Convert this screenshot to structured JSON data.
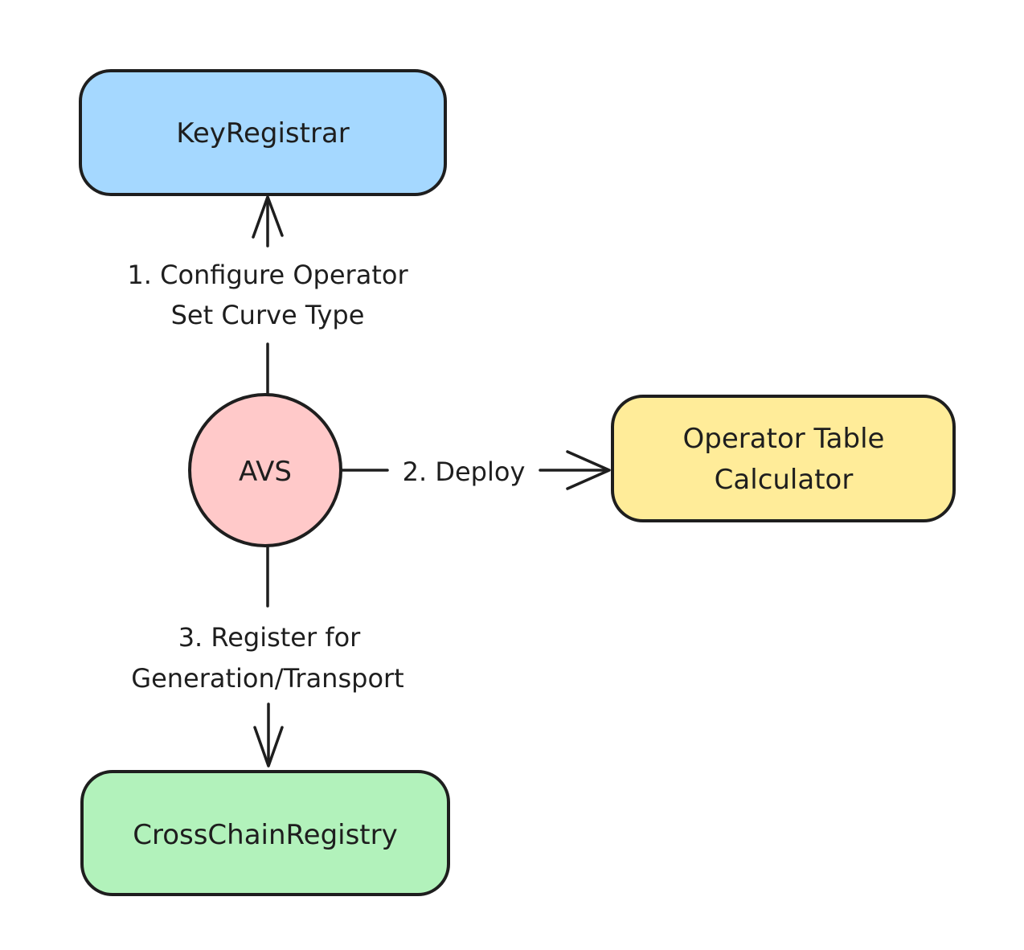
{
  "diagram": {
    "background_color": "#ffffff",
    "stroke_color": "#1e1e1e",
    "nodes": [
      {
        "id": "key-registrar",
        "shape": "rounded-rect",
        "label": "KeyRegistrar",
        "fill": "#a5d8ff"
      },
      {
        "id": "avs",
        "shape": "circle",
        "label": "AVS",
        "fill": "#ffc9c9"
      },
      {
        "id": "operator-table-calculator",
        "shape": "rounded-rect",
        "label": "Operator Table Calculator",
        "lines": [
          "Operator Table",
          "Calculator"
        ],
        "fill": "#ffec99"
      },
      {
        "id": "cross-chain-registry",
        "shape": "rounded-rect",
        "label": "CrossChainRegistry",
        "fill": "#b2f2bb"
      }
    ],
    "edges": [
      {
        "id": "edge-1",
        "from": "avs",
        "to": "key-registrar",
        "direction": "up",
        "label": "1. Configure Operator Set Curve Type",
        "lines": [
          "1. Configure Operator",
          "Set Curve Type"
        ]
      },
      {
        "id": "edge-2",
        "from": "avs",
        "to": "operator-table-calculator",
        "direction": "right",
        "label": "2. Deploy",
        "lines": [
          "2. Deploy"
        ]
      },
      {
        "id": "edge-3",
        "from": "avs",
        "to": "cross-chain-registry",
        "direction": "down",
        "label": "3. Register for Generation/Transport",
        "lines": [
          "3. Register for",
          "Generation/Transport"
        ]
      }
    ]
  }
}
